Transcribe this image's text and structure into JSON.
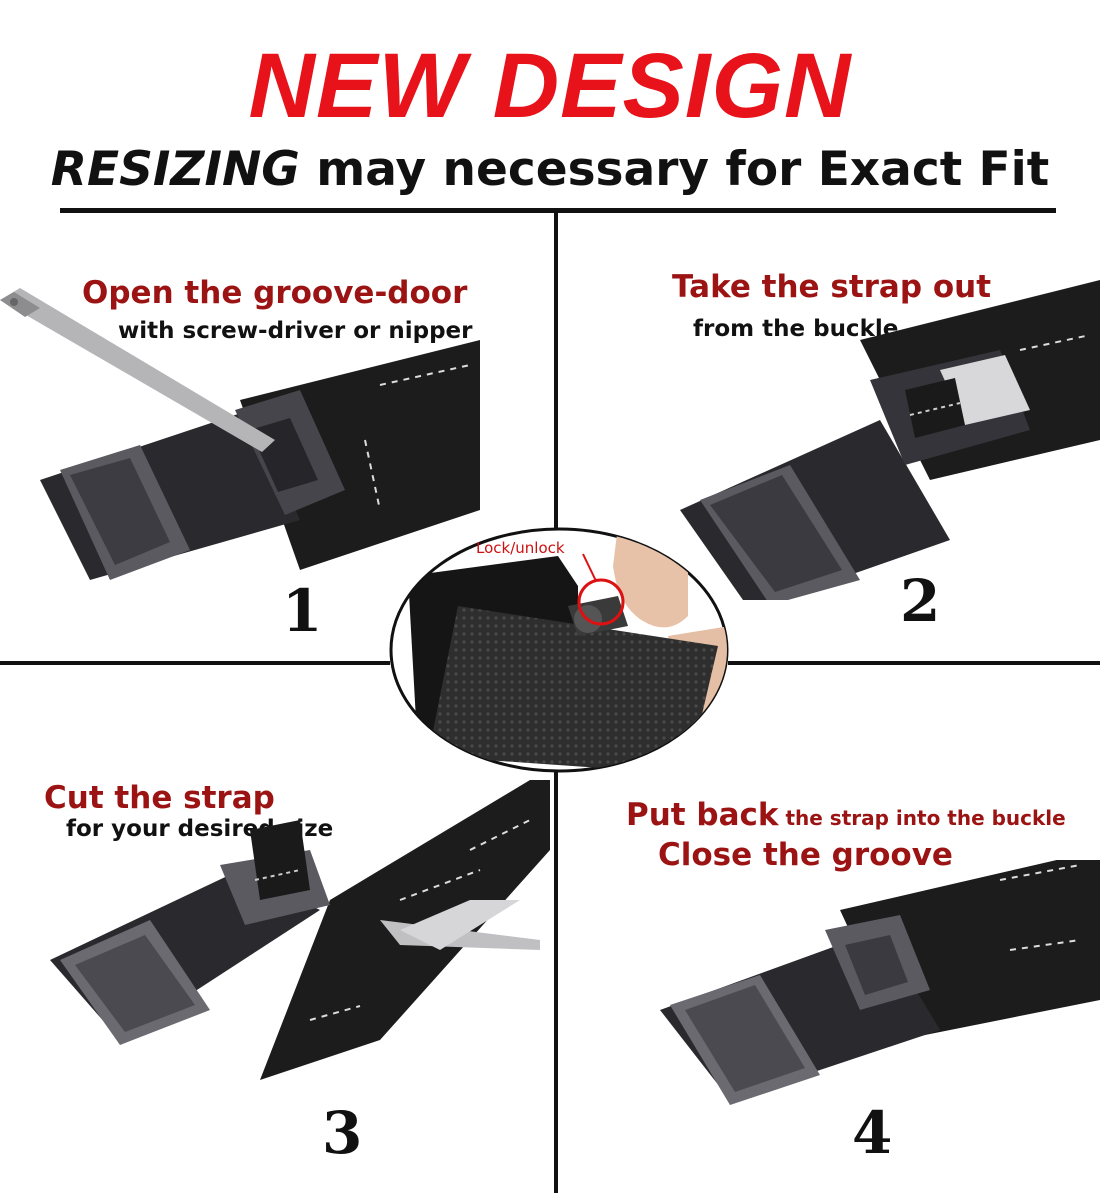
{
  "header": {
    "headline": "NEW DESIGN",
    "subtitle_emphasis": "RESIZING",
    "subtitle_rest": " may necessary for Exact Fit"
  },
  "steps": [
    {
      "number": "1",
      "title": "Open the groove-door",
      "subtitle": "with screw-driver or nipper"
    },
    {
      "number": "2",
      "title": "Take the strap out",
      "subtitle": "from the buckle"
    },
    {
      "number": "3",
      "title": "Cut the strap",
      "subtitle": "for your desired size"
    },
    {
      "number": "4",
      "title_bold": "Put back",
      "title_rest": " the strap into the buckle",
      "subtitle": "Close the groove"
    }
  ],
  "center": {
    "label": "Lock/unlock"
  },
  "colors": {
    "headline": "#e8121b",
    "step_title": "#9b1313",
    "text": "#111111",
    "metal": "#4a4a4e",
    "strap": "#1c1c1c"
  }
}
